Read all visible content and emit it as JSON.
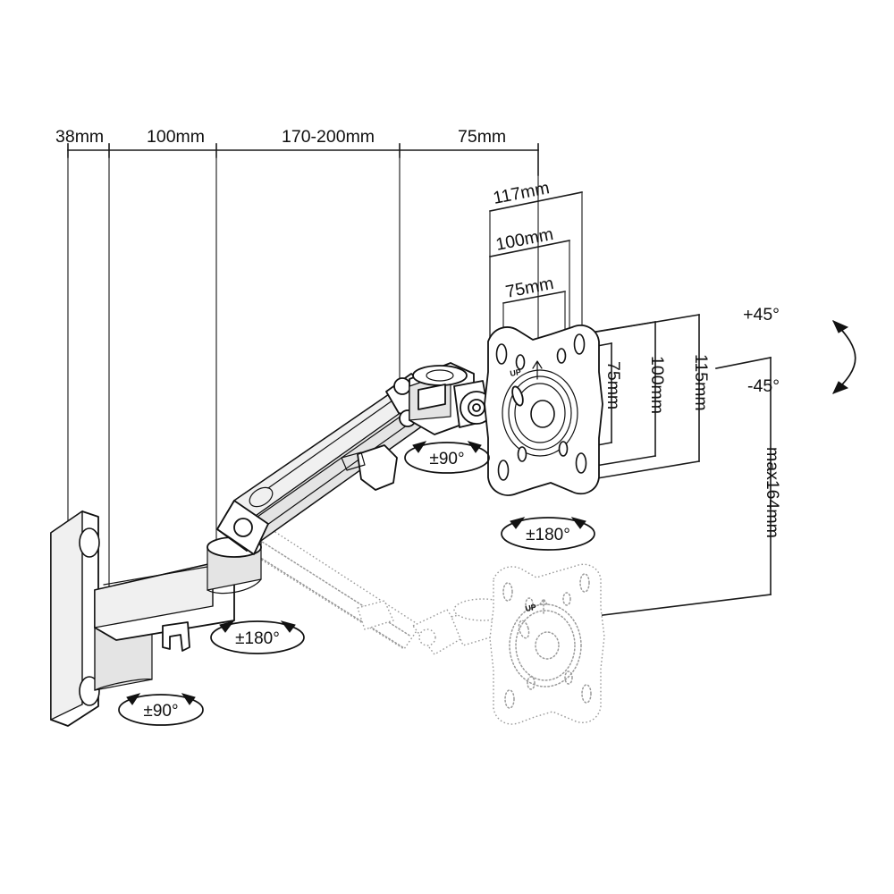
{
  "diagram": {
    "title": "Gas spring wall mount monitor arm dimension drawing",
    "type": "technical-line-drawing",
    "background_color": "#ffffff",
    "line_color": "#111111",
    "ghost_color": "#9a9a9a"
  },
  "top_dimensions": {
    "axis_label": "horizontal reach chain",
    "segments": [
      {
        "label": "38mm",
        "value": 38,
        "unit": "mm"
      },
      {
        "label": "100mm",
        "value": 100,
        "unit": "mm"
      },
      {
        "label": "170-200mm",
        "value": 200,
        "unit": "mm"
      },
      {
        "label": "75mm",
        "value": 75,
        "unit": "mm"
      }
    ]
  },
  "vesa_width_dimensions": {
    "segments": [
      {
        "label": "117mm",
        "value": 117,
        "unit": "mm"
      },
      {
        "label": "100mm",
        "value": 100,
        "unit": "mm"
      },
      {
        "label": "75mm",
        "value": 75,
        "unit": "mm"
      }
    ]
  },
  "vesa_height_dimensions": {
    "segments": [
      {
        "label": "75mm",
        "value": 75,
        "unit": "mm"
      },
      {
        "label": "100mm",
        "value": 100,
        "unit": "mm"
      },
      {
        "label": "115mm",
        "value": 115,
        "unit": "mm"
      }
    ]
  },
  "vertical_travel": {
    "label": "max164mm",
    "value": 164,
    "unit": "mm"
  },
  "tilt": {
    "up_label": "+45°",
    "down_label": "-45°",
    "up_value": 45,
    "down_value": -45
  },
  "rotations": [
    {
      "id": "forearm-swivel",
      "label": "±90°"
    },
    {
      "id": "head-rotation",
      "label": "±180°"
    },
    {
      "id": "upper-arm-swivel",
      "label": "±180°"
    },
    {
      "id": "wall-plate-swivel",
      "label": "±90°"
    }
  ],
  "plate_marking": {
    "text": "UP",
    "icon": "up-arrow-icon"
  }
}
